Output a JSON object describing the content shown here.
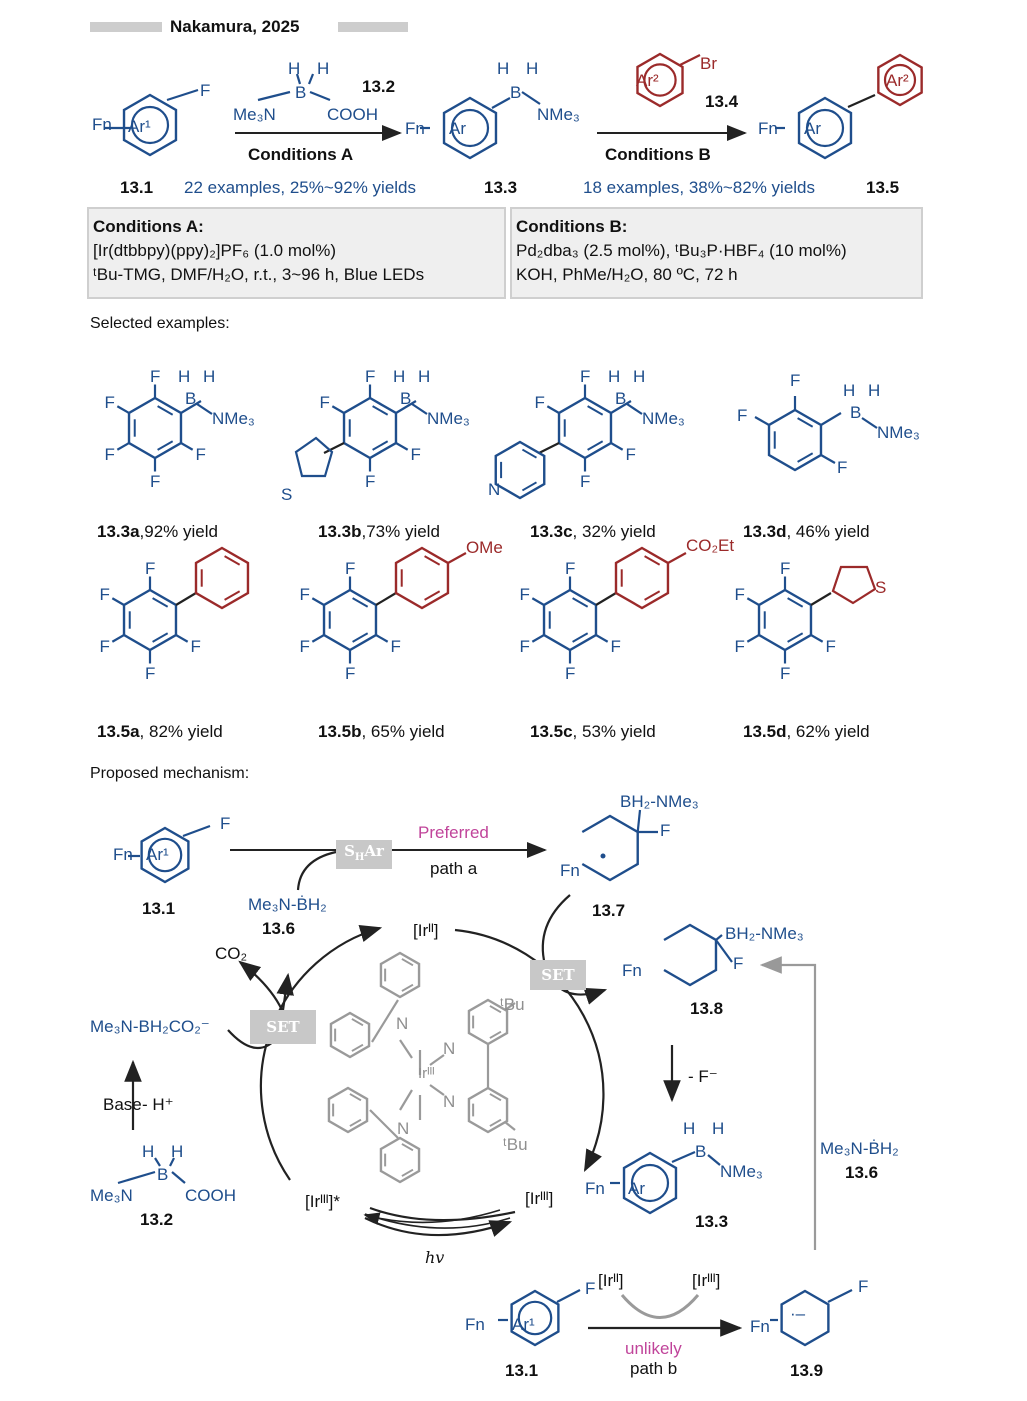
{
  "header": {
    "citation": "Nakamura, 2025"
  },
  "scheme": {
    "sm": {
      "fn": "Fn",
      "ar": "Ar¹",
      "f": "F",
      "label": "13.1"
    },
    "reagent": {
      "hh": "H H",
      "b": "B",
      "amine": "Me₃N",
      "acid": "COOH",
      "label": "13.2"
    },
    "cond_a_label": "Conditions A",
    "p1": {
      "fn": "Fn",
      "ar": "Ar",
      "hh": "H H",
      "b": "B",
      "amine": "NMe₃",
      "label": "13.3"
    },
    "halide": {
      "ar": "Ar²",
      "br": "Br",
      "label": "13.4"
    },
    "cond_b_label": "Conditions B",
    "p2": {
      "fn": "Fn",
      "ar": "Ar",
      "ar2": "Ar²",
      "label": "13.5"
    },
    "scope_a": "22 examples, 25%~92% yields",
    "scope_b": "18 examples, 38%~82% yields"
  },
  "conditions": {
    "a": {
      "title": "Conditions A:",
      "lines": [
        "[Ir(dtbbpy)(ppy)₂]PF₆ (1.0 mol%)",
        "ᵗBu-TMG, DMF/H₂O, r.t., 3~96 h, Blue LEDs"
      ]
    },
    "b": {
      "title": "Conditions B:",
      "lines": [
        "Pd₂dba₃ (2.5 mol%), ᵗBu₃P·HBF₄ (10 mol%)",
        "KOH, PhMe/H₂O, 80 ºC, 72 h"
      ]
    }
  },
  "examples": {
    "heading": "Selected examples:",
    "row1": [
      {
        "id": "13.3a",
        "yield": ",92% yield"
      },
      {
        "id": "13.3b",
        "yield": ",73% yield"
      },
      {
        "id": "13.3c",
        "yield": ", 32% yield"
      },
      {
        "id": "13.3d",
        "yield": ", 46% yield"
      }
    ],
    "row2": [
      {
        "id": "13.5a",
        "yield": ", 82% yield"
      },
      {
        "id": "13.5b",
        "yield": ", 65% yield"
      },
      {
        "id": "13.5c",
        "yield": ", 53% yield"
      },
      {
        "id": "13.5d",
        "yield": ", 62% yield"
      }
    ],
    "atoms": {
      "f": "F",
      "h": "H",
      "b": "B",
      "nme3": "NMe₃",
      "s": "S",
      "n": "N",
      "ome": "OMe",
      "co2et": "CO₂Et"
    }
  },
  "mechanism": {
    "heading": "Proposed mechanism:",
    "sm": {
      "fn": "Fn",
      "ar": "Ar¹",
      "f": "F",
      "label": "13.1"
    },
    "shar": "SHAr",
    "preferred": "Preferred",
    "path_a": "path a",
    "radical": {
      "text": "Me₃N-ḂH₂",
      "label": "13.6"
    },
    "i7": {
      "bh2": "BH₂-NMe₃",
      "f": "F",
      "fn": "Fn",
      "label": "13.7"
    },
    "ir2": "[Irᴵᴵ]",
    "co2": "CO₂",
    "carboxylate": "Me₃N-BH₂CO₂⁻",
    "set1": "SET",
    "set2": "SET",
    "i8": {
      "bh2": "BH₂-NMe₃",
      "f": "F",
      "fn": "Fn",
      "label": "13.8"
    },
    "minus_f": "- F⁻",
    "p3": {
      "hh": "H H",
      "b": "B",
      "amine": "NMe₃",
      "fn": "Fn",
      "ar": "Ar",
      "label": "13.3"
    },
    "radical2": {
      "text": "Me₃N-ḂH₂",
      "label": "13.6"
    },
    "base": "Base",
    "minus_h": "- H⁺",
    "acid": {
      "hh": "H H",
      "b": "B",
      "amine": "Me₃N",
      "cooh": "COOH",
      "label": "13.2"
    },
    "ir3_star": "[Irᴵᴵᴵ]*",
    "ir3": "[Irᴵᴵᴵ]",
    "hv": "hv",
    "catalyst": {
      "tbu1": "ᵗBu",
      "tbu2": "ᵗBu",
      "ir": "Irᴵᴵᴵ",
      "n": "N"
    },
    "path_b": {
      "sm_fn": "Fn",
      "sm_ar": "Ar¹",
      "sm_f": "F",
      "sm_label": "13.1",
      "ir2": "[Irᴵᴵ]",
      "ir3": "[Irᴵᴵᴵ]",
      "unlikely": "unlikely",
      "path": "path b",
      "p_fn": "Fn",
      "p_f": "F",
      "p_label": "13.9"
    }
  },
  "colors": {
    "blue": "#1f4e8c",
    "red": "#9b2a2a",
    "pink": "#c0449a",
    "gray": "#8f8f8f"
  }
}
